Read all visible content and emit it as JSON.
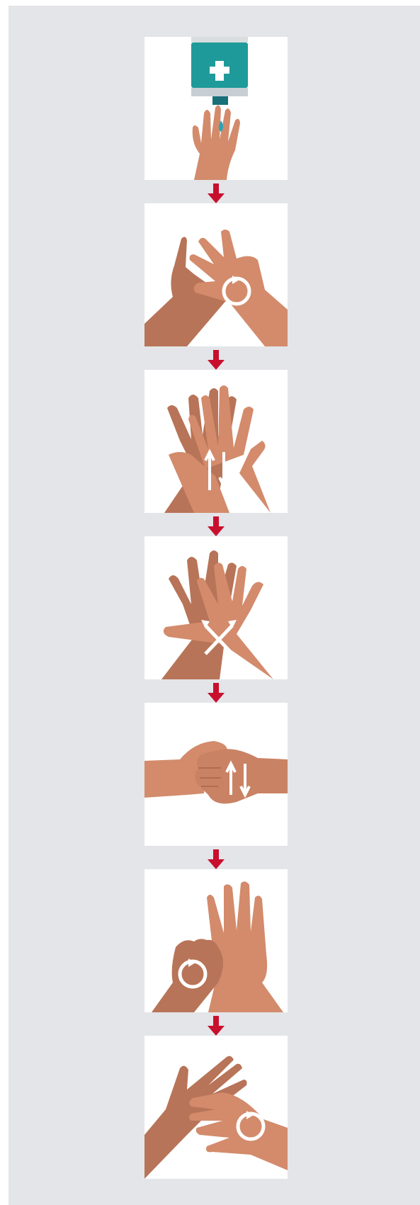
{
  "steps": [
    {
      "name": "apply-sanitizer",
      "icon": "sanitizer-dispenser-icon",
      "motion": "dispense-drop"
    },
    {
      "name": "rub-palms",
      "icon": "palm-to-palm-icon",
      "motion": "rotate"
    },
    {
      "name": "back-of-hands",
      "icon": "back-of-hands-icon",
      "motion": "up-down"
    },
    {
      "name": "interlaced-fingers",
      "icon": "interlaced-fingers-icon",
      "motion": "cross"
    },
    {
      "name": "interlocked-fingers",
      "icon": "interlocked-fingers-icon",
      "motion": "up-down"
    },
    {
      "name": "rotational-thumb",
      "icon": "thumb-rub-icon",
      "motion": "rotate"
    },
    {
      "name": "fingertips-in-palm",
      "icon": "fingertips-palm-icon",
      "motion": "rotate"
    }
  ],
  "colors": {
    "background": "#e4e5e8",
    "card": "#ffffff",
    "skin_light": "#d38b6c",
    "skin_dark": "#b87458",
    "dispenser": "#1f9a9a",
    "drop": "#2aa3b8",
    "arrow": "#c8102e"
  }
}
